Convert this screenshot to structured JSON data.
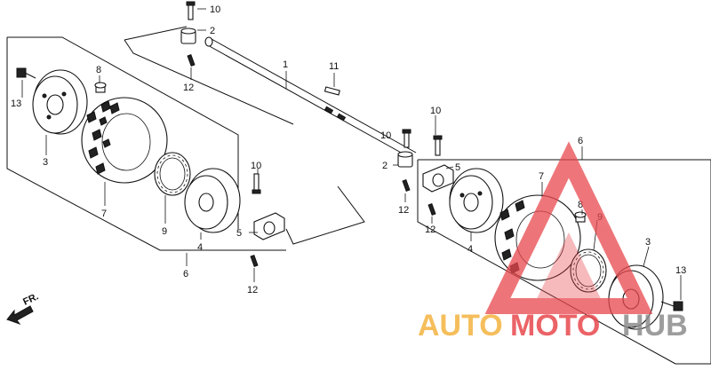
{
  "diagram": {
    "labels": {
      "axle": "1",
      "collar": "2",
      "hub": "3",
      "drum": "4",
      "flange": "5",
      "tire_set": "6",
      "tire": "7",
      "valve": "8",
      "o_ring": "9",
      "bolt": "10",
      "key": "11",
      "pin": "12",
      "nut": "13"
    },
    "front_marker": "FR."
  },
  "watermark": {
    "part_a": "AUTO",
    "part_b": "MOTO",
    "part_c": "HUB",
    "colors": {
      "red": "#e8484d",
      "orange": "#f4b340",
      "grey": "#8c8c8c"
    }
  }
}
